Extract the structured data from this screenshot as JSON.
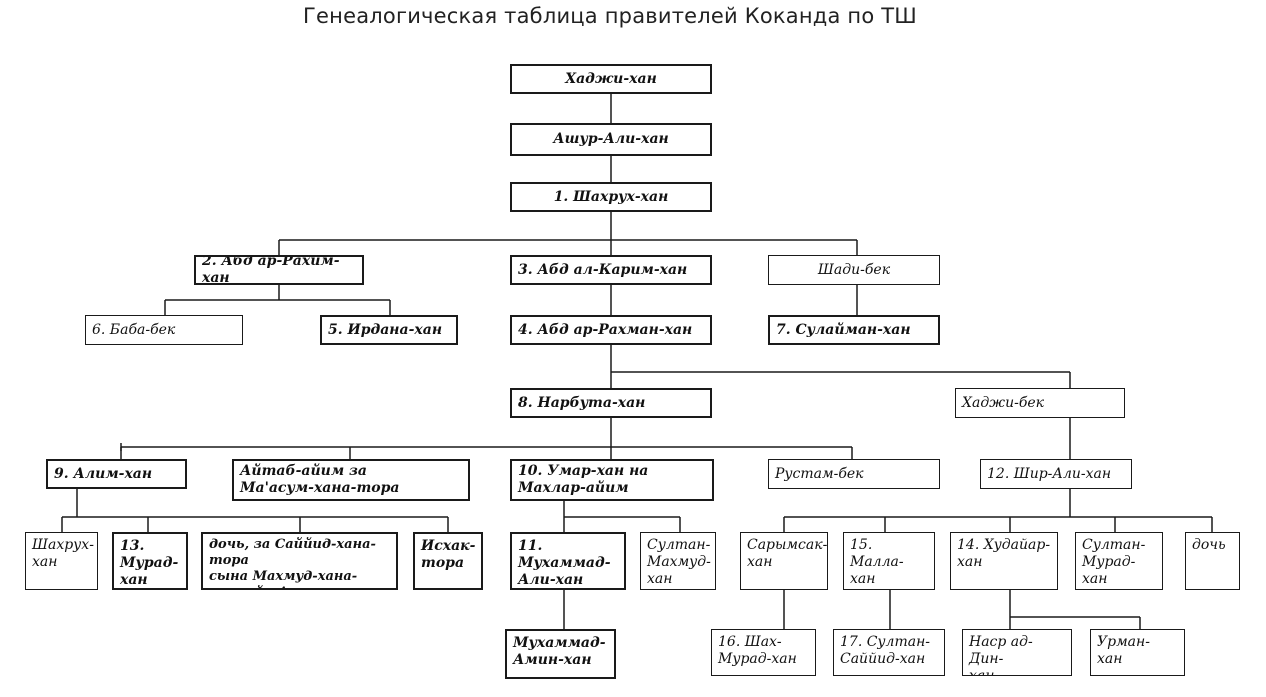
{
  "title": "Генеалогическая таблица правителей Коканда по ТШ",
  "colors": {
    "line": "#1a1a1a",
    "text": "#111111"
  },
  "nodes": {
    "hadzhi_khan": "Хаджи-хан",
    "ashur_ali_khan": "Ашур-Али-хан",
    "shahrukh_khan_1": "1. Шахрух-хан",
    "abd_ar_rahim": "2. Абд ар-Рахим-хан",
    "abd_al_karim": "3. Абд ал-Карим-хан",
    "shadi_bek": "Шади-бек",
    "baba_bek": "6. Баба-бек",
    "irdana_khan": "5. Ирдана-хан",
    "abd_ar_rahman": "4. Абд ар-Рахман-хан",
    "sulaiman_khan": "7. Сулайман-хан",
    "narbuta_khan": "8. Нарбута-хан",
    "hadzhi_bek": "Хаджи-бек",
    "alim_khan": "9. Алим-хан",
    "aitab_aiim": "Айтаб-айим за\nМа'асум-хана-тора",
    "umar_khan": "10. Умар-хан на\nМахлар-айим",
    "rustam_bek": "Рустам-бек",
    "shir_ali_khan": "12. Шир-Али-хан",
    "shahrukh_khan": "Шахрух-\nхан",
    "murad_khan_13": "13. Мурад-\nхан",
    "doch_sayyid": "дочь, за Саййид-хана-тора\nсына Махмуд-хана-\nтора-йи Ахрари",
    "ishak_tora": "Исхак-\nтора",
    "muhammad_ali_khan": "11. Мухаммад-\nАли-хан",
    "sultan_mahmud_khan": "Султан-\nМахмуд-\nхан",
    "sarymsak_khan": "Сарымсак-\nхан",
    "malla_khan": "15. Малла-\nхан",
    "khudayar_khan": "14. Худайар-\nхан",
    "sultan_murad_khan": "Султан-\nМурад-\nхан",
    "doch": "дочь",
    "muhammad_amin_khan": "Мухаммад-\nАмин-хан",
    "shah_murad_khan": "16. Шах-\nМурад-хан",
    "sultan_sayyid_khan": "17. Султан-\nСаййид-хан",
    "nasr_ad_din_khan": "Наср ад-Дин-\nхан",
    "urman_khan": "Урман-\nхан"
  }
}
